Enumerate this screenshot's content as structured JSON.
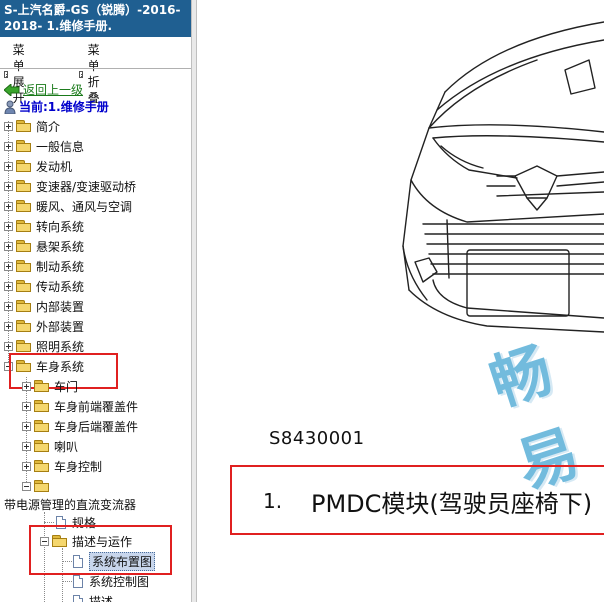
{
  "window": {
    "title_line1": "S-上汽名爵-GS（锐腾）-2016-",
    "title_line2": "2018- 1.维修手册."
  },
  "menu": {
    "expand_label": "菜单展开",
    "collapse_label": "菜单折叠"
  },
  "nav": {
    "back_label": "返回上一级",
    "current_label": "当前:1.维修手册"
  },
  "tree": {
    "top_items": [
      "简介",
      "一般信息",
      "发动机",
      "变速器/变速驱动桥",
      "暖风、通风与空调",
      "转向系统",
      "悬架系统",
      "制动系统",
      "传动系统",
      "内部装置",
      "外部装置",
      "照明系统"
    ],
    "body_system": "车身系统",
    "body_children": [
      "车门",
      "车身前端覆盖件",
      "车身后端覆盖件",
      "喇叭",
      "车身控制"
    ],
    "overflow_label": "带电源管理的直流变流器",
    "spec_label": "规格",
    "desc_label": "描述与运作",
    "desc_children": [
      "系统布置图",
      "系统控制图",
      "描述"
    ]
  },
  "content": {
    "figure_code": "S8430001",
    "legend_number": "1.",
    "legend_text": "PMDC模块(驾驶员座椅下)",
    "watermark": "畅易"
  },
  "colors": {
    "title_bg": "#1f5f91",
    "highlight": "#e02020",
    "link_green": "#1a7a1a",
    "current_blue": "#0000cc"
  }
}
